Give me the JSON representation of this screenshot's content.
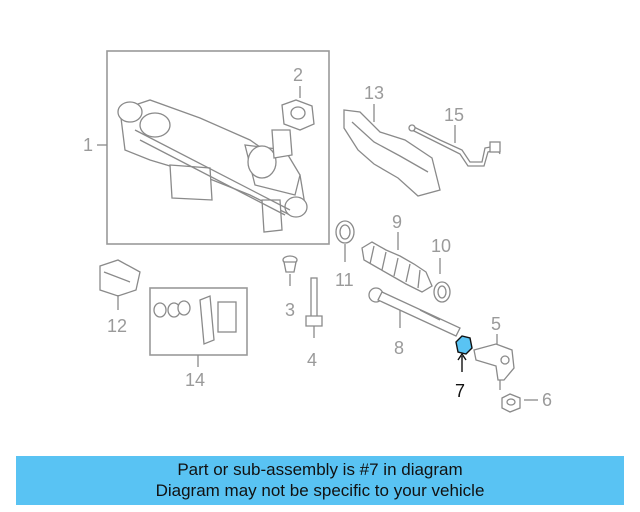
{
  "callouts": {
    "c1": "1",
    "c2": "2",
    "c3": "3",
    "c4": "4",
    "c5": "5",
    "c6": "6",
    "c7": "7",
    "c8": "8",
    "c9": "9",
    "c10": "10",
    "c11": "11",
    "c12": "12",
    "c13": "13",
    "c14": "14",
    "c15": "15"
  },
  "highlight_callout": "7",
  "highlight_color": "#59c3f3",
  "banner": {
    "line1": "Part or sub-assembly is #7 in diagram",
    "line2": "Diagram may not be specific to your vehicle",
    "color": "#59c3f3"
  }
}
